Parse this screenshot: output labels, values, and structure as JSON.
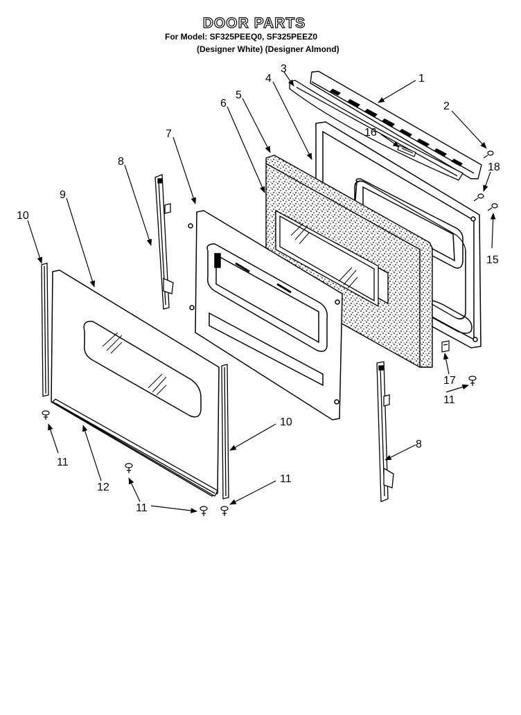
{
  "header": {
    "title": "DOOR PARTS",
    "models": "For Model: SF325PEEQ0, SF325PEEZ0",
    "variants": "(Designer White) (Designer Almond)"
  },
  "callouts": [
    {
      "id": "c1",
      "label": "1"
    },
    {
      "id": "c2",
      "label": "2"
    },
    {
      "id": "c3",
      "label": "3"
    },
    {
      "id": "c4",
      "label": "4"
    },
    {
      "id": "c5",
      "label": "5"
    },
    {
      "id": "c6",
      "label": "6"
    },
    {
      "id": "c7",
      "label": "7"
    },
    {
      "id": "c8a",
      "label": "8"
    },
    {
      "id": "c8b",
      "label": "8"
    },
    {
      "id": "c9",
      "label": "9"
    },
    {
      "id": "c10a",
      "label": "10"
    },
    {
      "id": "c10b",
      "label": "10"
    },
    {
      "id": "c11a",
      "label": "11"
    },
    {
      "id": "c11b",
      "label": "11"
    },
    {
      "id": "c11c",
      "label": "11"
    },
    {
      "id": "c11d",
      "label": "11"
    },
    {
      "id": "c12",
      "label": "12"
    },
    {
      "id": "c15",
      "label": "15"
    },
    {
      "id": "c16",
      "label": "16"
    },
    {
      "id": "c17",
      "label": "17"
    },
    {
      "id": "c18",
      "label": "18"
    }
  ]
}
